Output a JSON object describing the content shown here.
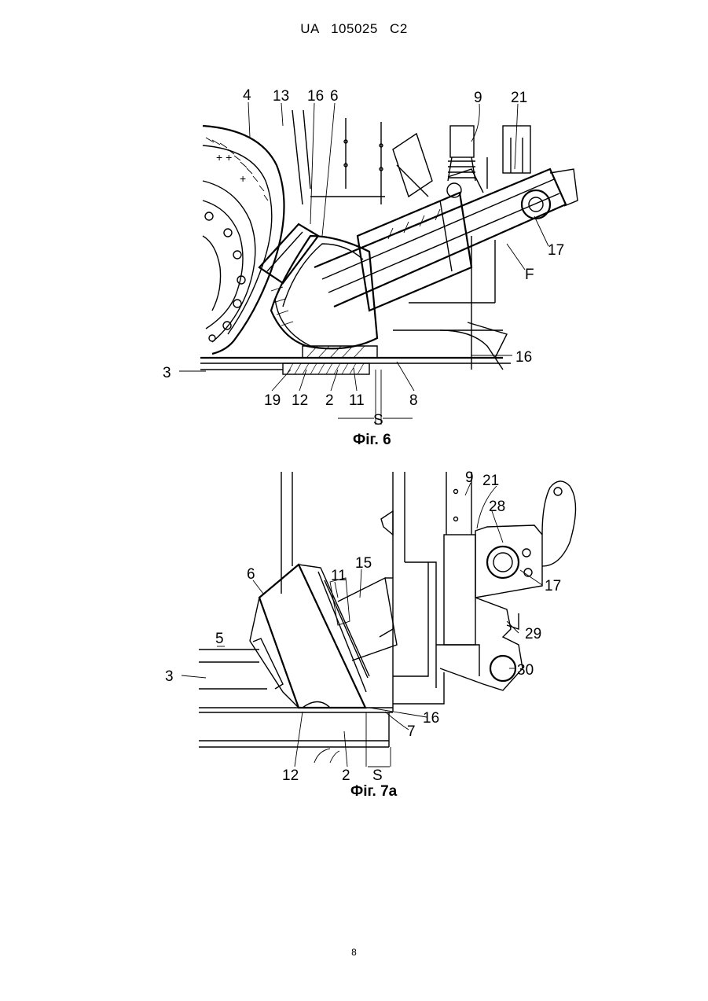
{
  "header": {
    "patent_number": "UA   105025   C2"
  },
  "figure6": {
    "caption": "Фіг. 6",
    "labels": {
      "l4": "4",
      "l13": "13",
      "l16a": "16",
      "l6": "6",
      "l9": "9",
      "l21": "21",
      "l17": "17",
      "lF": "F",
      "l16b": "16",
      "l3": "3",
      "l19": "19",
      "l12": "12",
      "l2": "2",
      "l11": "11",
      "l8": "8",
      "lS": "S"
    }
  },
  "figure7a": {
    "caption": "Фіг. 7a",
    "labels": {
      "l9": "9",
      "l21": "21",
      "l28": "28",
      "l17": "17",
      "l6": "6",
      "l11": "11",
      "l15": "15",
      "l5": "5",
      "l29": "29",
      "l3": "3",
      "l30": "30",
      "l16": "16",
      "l7": "7",
      "l12": "12",
      "l2": "2",
      "lS": "S"
    }
  },
  "footer": {
    "page_number": "8"
  }
}
